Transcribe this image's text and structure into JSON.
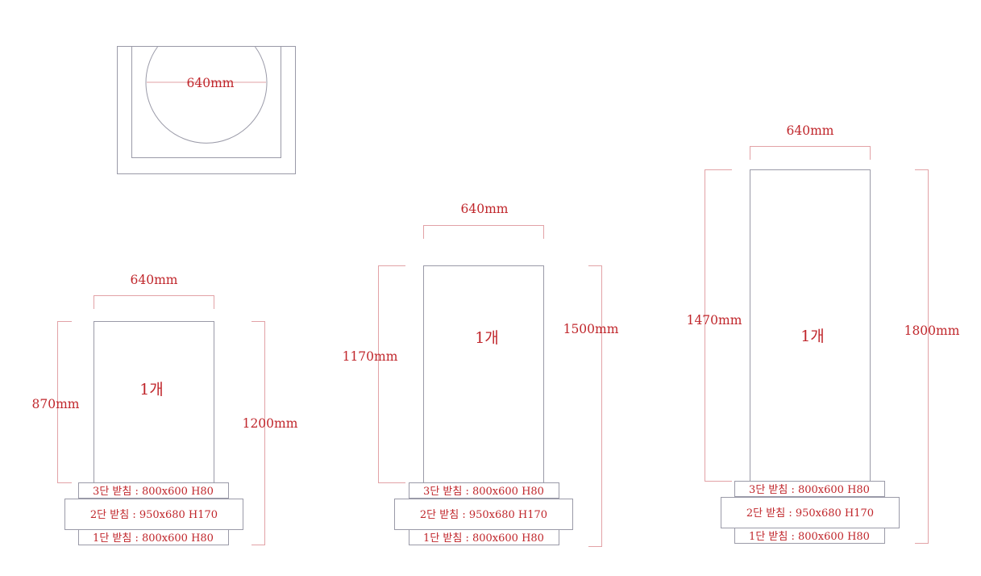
{
  "colors": {
    "outline": "#9a9aa8",
    "dimension": "#e2a2a6",
    "text": "#c0262b"
  },
  "top_view": {
    "diameter_label": "640mm"
  },
  "units": [
    {
      "width_label": "640mm",
      "body_height_label": "870mm",
      "total_height_label": "1200mm",
      "count_label": "1개",
      "base_labels": [
        "3단 받침 : 800x600 H80",
        "2단 받침 : 950x680 H170",
        "1단 받침 : 800x600 H80"
      ]
    },
    {
      "width_label": "640mm",
      "body_height_label": "1170mm",
      "total_height_label": "1500mm",
      "count_label": "1개",
      "base_labels": [
        "3단 받침 : 800x600 H80",
        "2단 받침 : 950x680 H170",
        "1단 받침 : 800x600 H80"
      ]
    },
    {
      "width_label": "640mm",
      "body_height_label": "1470mm",
      "total_height_label": "1800mm",
      "count_label": "1개",
      "base_labels": [
        "3단 받침 : 800x600 H80",
        "2단 받침 : 950x680 H170",
        "1단 받침 : 800x600 H80"
      ]
    }
  ]
}
